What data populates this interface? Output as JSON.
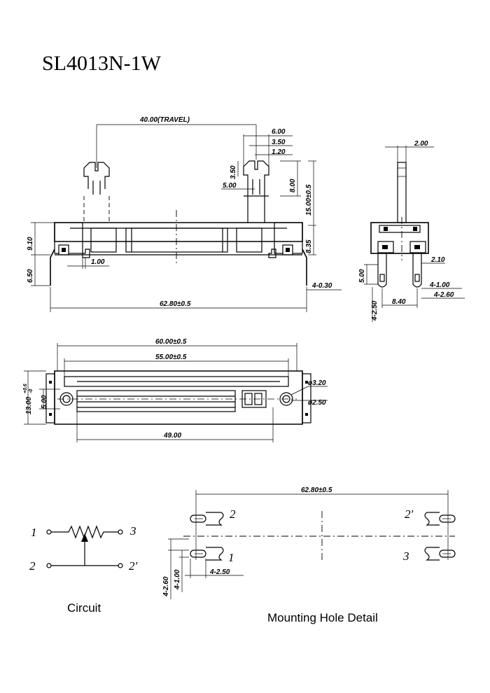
{
  "title": "SL4013N-1W",
  "front_view": {
    "travel": "40.00(TRAVEL)",
    "d_6": "6.00",
    "d_35a": "3.50",
    "d_12": "1.20",
    "d_35b": "3.50",
    "d_5": "5.00",
    "d_8": "8.00",
    "d_15": "15.00±0.5",
    "d_91": "9.10",
    "d_835": "8.35",
    "d_65": "6.50",
    "d_1": "1.00",
    "d_403": "4-0.30",
    "d_628": "62.80±0.5"
  },
  "side_view": {
    "d_2": "2.00",
    "d_21": "2.10",
    "d_5": "5.00",
    "d_410": "4-1.00",
    "d_426": "4-2.60",
    "d_425": "4-2.50",
    "d_84": "8.40"
  },
  "top_view": {
    "d_60": "60.00±0.5",
    "d_55": "55.00±0.5",
    "d_13": "13.00",
    "d_13_tol_up": "+0.6",
    "d_13_tol_dn": "-0",
    "d_5": "5.00",
    "d_32": "ø3.20",
    "d_25": "ø2.50",
    "d_49": "49.00"
  },
  "circuit": {
    "caption": "Circuit",
    "pin_1": "1",
    "pin_2": "2",
    "pin_3": "3",
    "pin_2p": "2′"
  },
  "mounting": {
    "caption": "Mounting Hole Detail",
    "d_628": "62.80±0.5",
    "pin_2": "2",
    "pin_2p": "2′",
    "pin_1": "1",
    "pin_3": "3",
    "d_426": "4-2.60",
    "d_410": "4-1.00",
    "d_425": "4-2.50"
  }
}
